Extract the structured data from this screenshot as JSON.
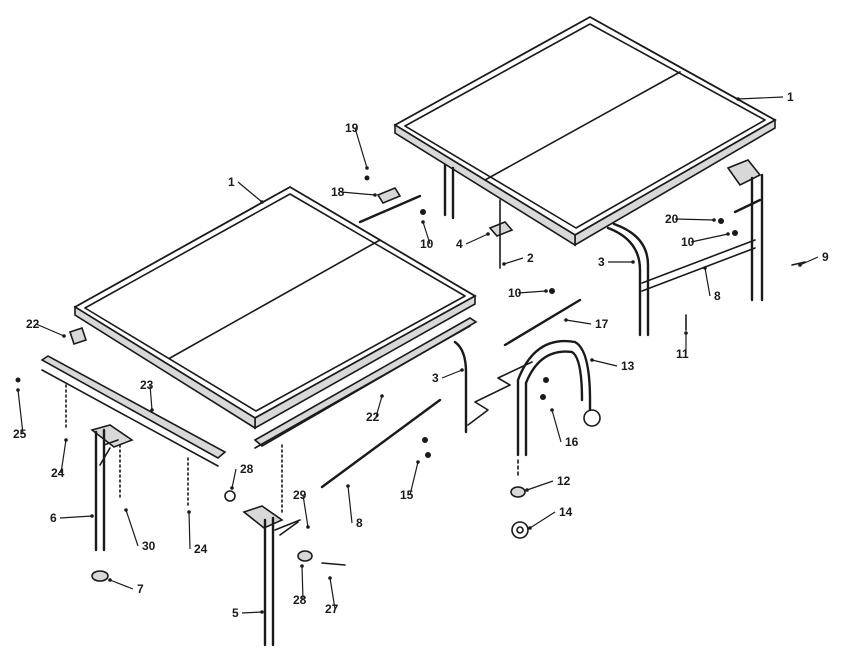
{
  "callouts": [
    "1",
    "1",
    "2",
    "3",
    "3",
    "4",
    "5",
    "6",
    "7",
    "8",
    "8",
    "9",
    "10",
    "10",
    "10",
    "11",
    "12",
    "13",
    "14",
    "15",
    "16",
    "17",
    "18",
    "19",
    "20",
    "22",
    "22",
    "23",
    "24",
    "24",
    "25",
    "27",
    "28",
    "28",
    "29",
    "30"
  ]
}
